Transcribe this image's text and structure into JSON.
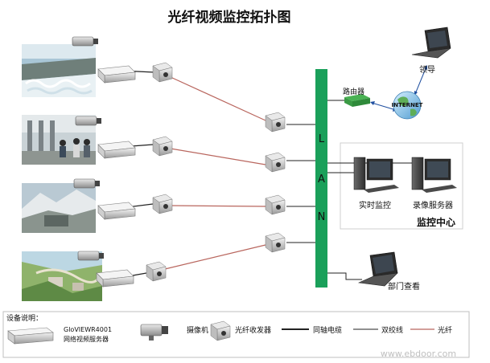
{
  "title": "光纤视频监控拓扑图",
  "lan": {
    "letters": [
      "L",
      "A",
      "N"
    ]
  },
  "internet": {
    "router_label": "路由器",
    "cloud_label": "INTERNET",
    "leader_label": "领导"
  },
  "monitor_center": {
    "label": "监控中心",
    "live_label": "实时监控",
    "record_label": "录像服务器"
  },
  "department_label": "部门查看",
  "sites": [
    {
      "scene": "dam-spillway"
    },
    {
      "scene": "industrial-site-workers"
    },
    {
      "scene": "mountain-facility"
    },
    {
      "scene": "hydro-station-aerial"
    }
  ],
  "legend": {
    "title": "设备说明：",
    "server_name": "GloVIEWR4001",
    "server_desc": "网络视频服务器",
    "camera_label": "摄像机",
    "transceiver_label": "光纤收发器",
    "coax_label": "同轴电缆",
    "twisted_label": "双绞线",
    "fiber_label": "光纤"
  },
  "watermark": "www.ebdoor.com",
  "colors": {
    "lan_bar": "#1aa05a",
    "fiber": "#b9665e",
    "cable": "#222222",
    "router": "#49b253",
    "frame": "#bfbfbf"
  }
}
